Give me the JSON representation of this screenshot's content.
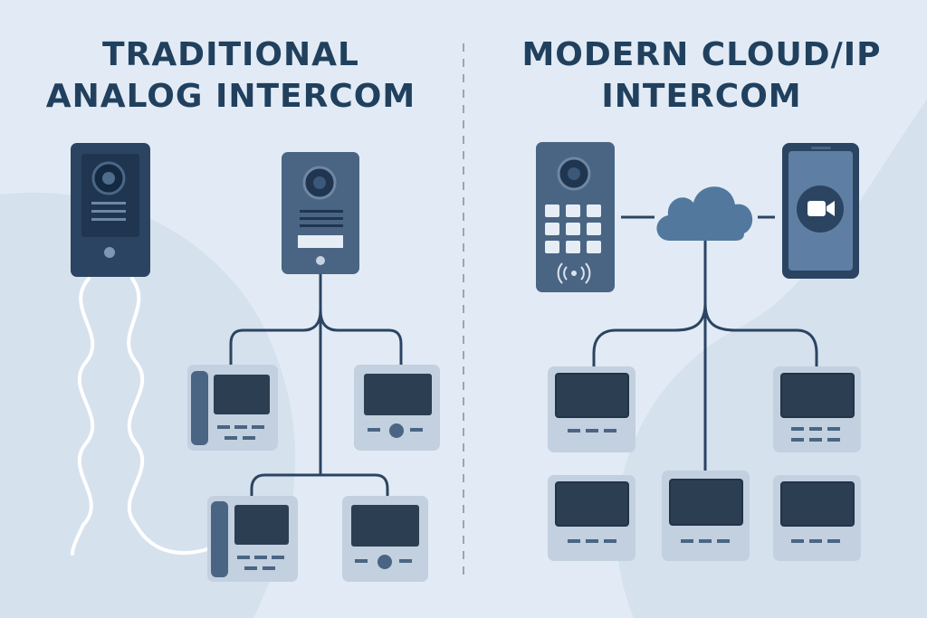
{
  "left_panel": {
    "title_line1": "TRADITIONAL",
    "title_line2": "ANALOG INTERCOM"
  },
  "right_panel": {
    "title_line1": "MODERN CLOUD/IP",
    "title_line2": "INTERCOM"
  },
  "colors": {
    "background": "#e2ebf5",
    "title": "#20405e",
    "device_dark": "#2b4462",
    "device_mid": "#4a6583",
    "monitor_body": "#c3d0df",
    "screen": "#2c3e52",
    "wire": "#2b4462",
    "analog_wire": "#ffffff",
    "cloud": "#52799d",
    "divider": "#8fa8c2"
  },
  "icons": [
    "camera-icon",
    "keypad-icon",
    "rfid-icon",
    "cloud-icon",
    "smartphone-icon",
    "video-call-icon",
    "handset-icon"
  ]
}
